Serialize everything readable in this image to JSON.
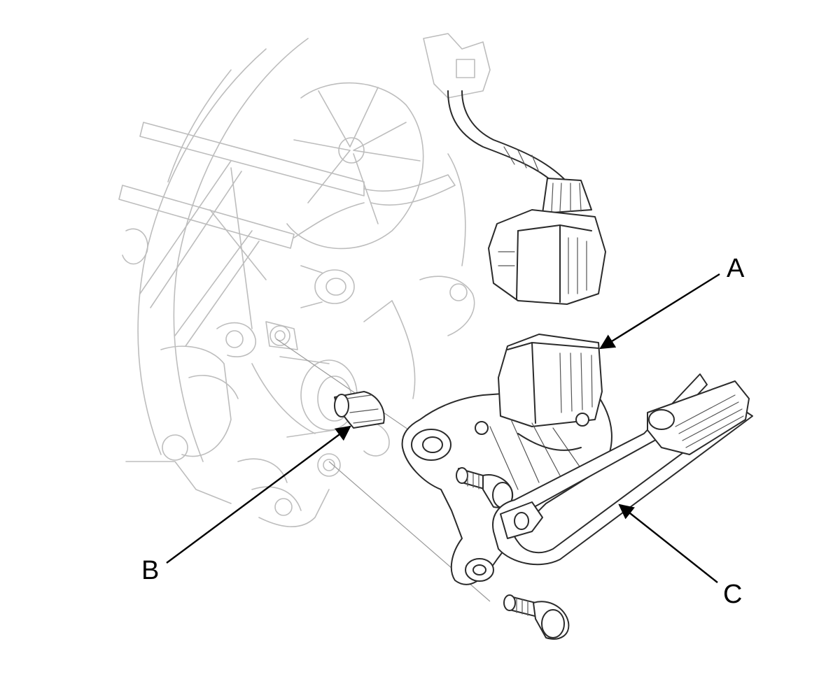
{
  "diagram": {
    "callouts": [
      {
        "id": "a",
        "label": "A"
      },
      {
        "id": "b",
        "label": "B"
      },
      {
        "id": "c",
        "label": "C"
      }
    ],
    "colors": {
      "background": "#ffffff",
      "background_parts": "#bdbdbd",
      "foreground_parts": "#2b2b2b",
      "leader_lines": "#000000"
    }
  }
}
